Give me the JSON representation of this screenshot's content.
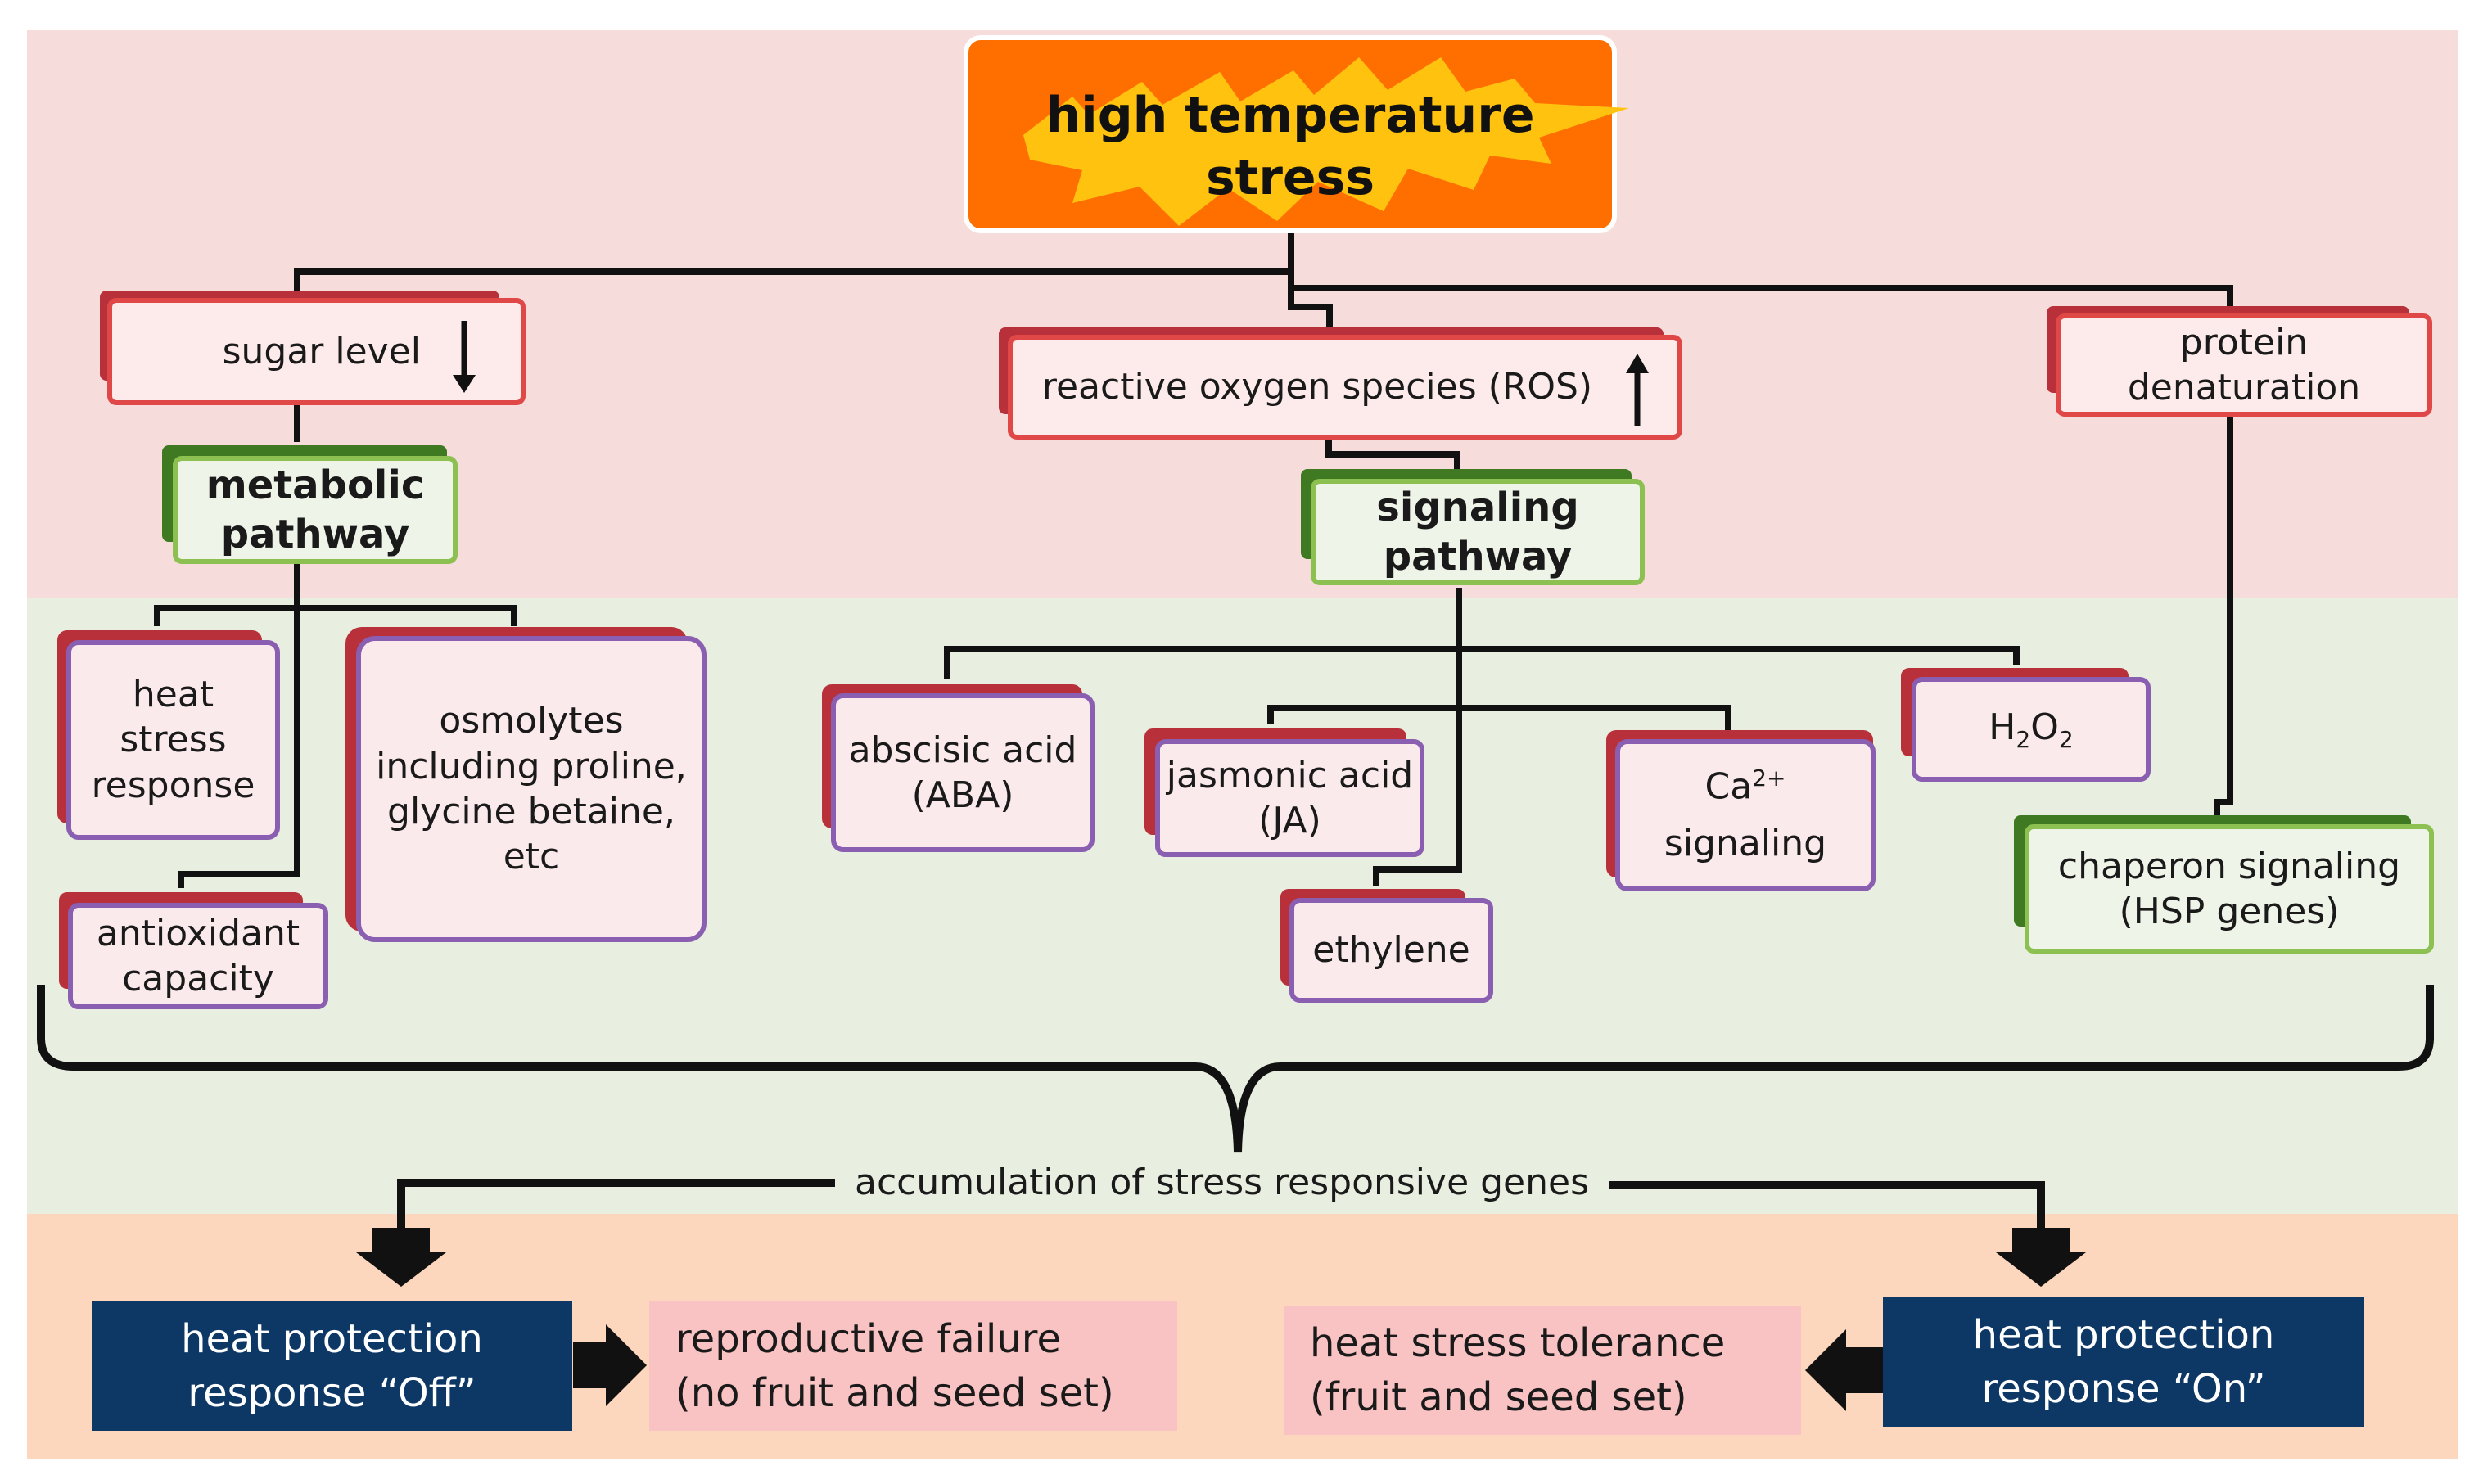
{
  "colors": {
    "band_top": "#f7dcdc",
    "band_middle": "#e8efe0",
    "band_bottom": "#fcd7bd",
    "orange": "#ff6f00",
    "burst": "#ffc20e",
    "red_border": "#e04848",
    "red_shadow": "#b8303a",
    "green_border": "#8cc152",
    "green_shadow": "#3f7a23",
    "purple_border": "#8a5eb0",
    "navy": "#0d3865",
    "pink_box": "#f9c3c3"
  },
  "stressor": {
    "label": "high temperature stress"
  },
  "effects": {
    "sugar": {
      "label": "sugar level",
      "direction_icon": "down-arrow-icon"
    },
    "ros": {
      "label": "reactive oxygen species (ROS)",
      "direction_icon": "up-arrow-icon"
    },
    "protein": {
      "label": "protein\ndenaturation"
    }
  },
  "pathways": {
    "metabolic": {
      "label": "metabolic\npathway"
    },
    "signaling": {
      "label": "signaling\npathway"
    },
    "chaperon": {
      "label": "chaperon signaling\n(HSP genes)"
    }
  },
  "metabolic_outputs": {
    "heat_stress_response": "heat\nstress\nresponse",
    "osmolytes": "osmolytes\nincluding proline,\nglycine betaine,\netc",
    "antioxidant": "antioxidant\ncapacity"
  },
  "signaling_outputs": {
    "aba": "abscisic acid\n(ABA)",
    "ja": "jasmonic acid\n(JA)",
    "ethylene": "ethylene",
    "calcium": {
      "base": "Ca",
      "charge": "2+",
      "suffix": "signaling"
    },
    "h2o2": {
      "h": "H",
      "sub1": "2",
      "o": "O",
      "sub2": "2"
    }
  },
  "accumulation": {
    "label": "accumulation of stress responsive genes"
  },
  "outcomes": {
    "off": {
      "label": "heat protection\nresponse “Off”"
    },
    "failure": {
      "label": "reproductive failure\n(no fruit and seed set)"
    },
    "tolerance": {
      "label": "heat stress tolerance\n(fruit and seed set)"
    },
    "on": {
      "label": "heat protection\nresponse “On”"
    }
  }
}
